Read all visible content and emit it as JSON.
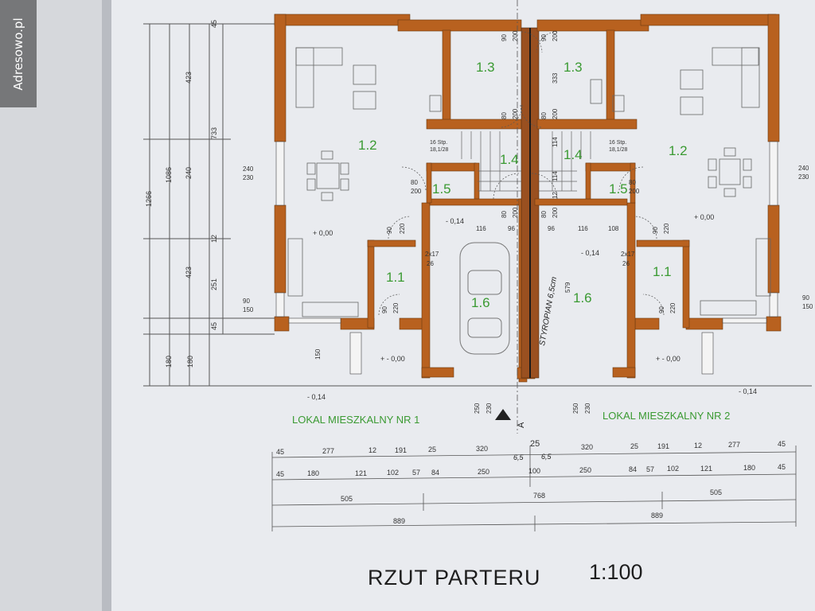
{
  "watermark": "Adresowo.pl",
  "title": "RZUT PARTERU",
  "scale": "1:100",
  "units": {
    "left_name": "LOKAL MIESZKALNY NR 1",
    "right_name": "LOKAL MIESZKALNY NR 2"
  },
  "rooms": {
    "r12": "1.2",
    "r13": "1.3",
    "r14": "1.4",
    "r15": "1.5",
    "r11": "1.1",
    "r16": "1.6"
  },
  "levels": {
    "main": "+ 0,00",
    "entrance": "+ - 0,00",
    "garage": "- 0,14",
    "terrain": "- 0,14"
  },
  "stairs": {
    "count": "16 Stp.",
    "ratio": "18,1/28"
  },
  "insulation_note": "STYROPIAN 6,5cm",
  "section_mark": "A",
  "left_dims": {
    "total": "1266",
    "inner": "1086",
    "a": "733",
    "b": "423",
    "c": "240",
    "d": "251",
    "e": "45",
    "f": "12",
    "g": "180",
    "h": "423"
  },
  "window_marks": {
    "w1_top": "240",
    "w1_bot": "230",
    "w2_top": "90",
    "w2_bot": "150",
    "w3_top": "150",
    "door1_top": "90",
    "door1_bot": "220",
    "door2_top": "80",
    "door2_bot": "200",
    "door3_top": "90",
    "door3_bot": "200",
    "door4_top": "80",
    "door4_bot": "200",
    "gar_top": "250",
    "gar_bot": "230",
    "stair1": "2x17",
    "stair2": "26",
    "mid_a": "116",
    "mid_b": "96",
    "mid_c": "108",
    "mid_d": "333",
    "mid_e": "579",
    "mid_f": "114",
    "mid_g": "12"
  },
  "bottom_dims": {
    "row1": [
      "45",
      "277",
      "12",
      "191",
      "25",
      "320",
      "25",
      "320",
      "25",
      "191",
      "12",
      "277",
      "45"
    ],
    "row1_hand": "6,5",
    "row2": [
      "45",
      "180",
      "121",
      "102",
      "57",
      "84",
      "250",
      "100",
      "250",
      "84",
      "57",
      "102",
      "121",
      "180",
      "45"
    ],
    "row3": [
      "505",
      "768",
      "505"
    ],
    "row4": [
      "889",
      "889"
    ]
  },
  "colors": {
    "wall": "#b8611f",
    "room_label": "#3a9a32",
    "line": "#4a4a4a",
    "paper": "#eeeff2"
  }
}
